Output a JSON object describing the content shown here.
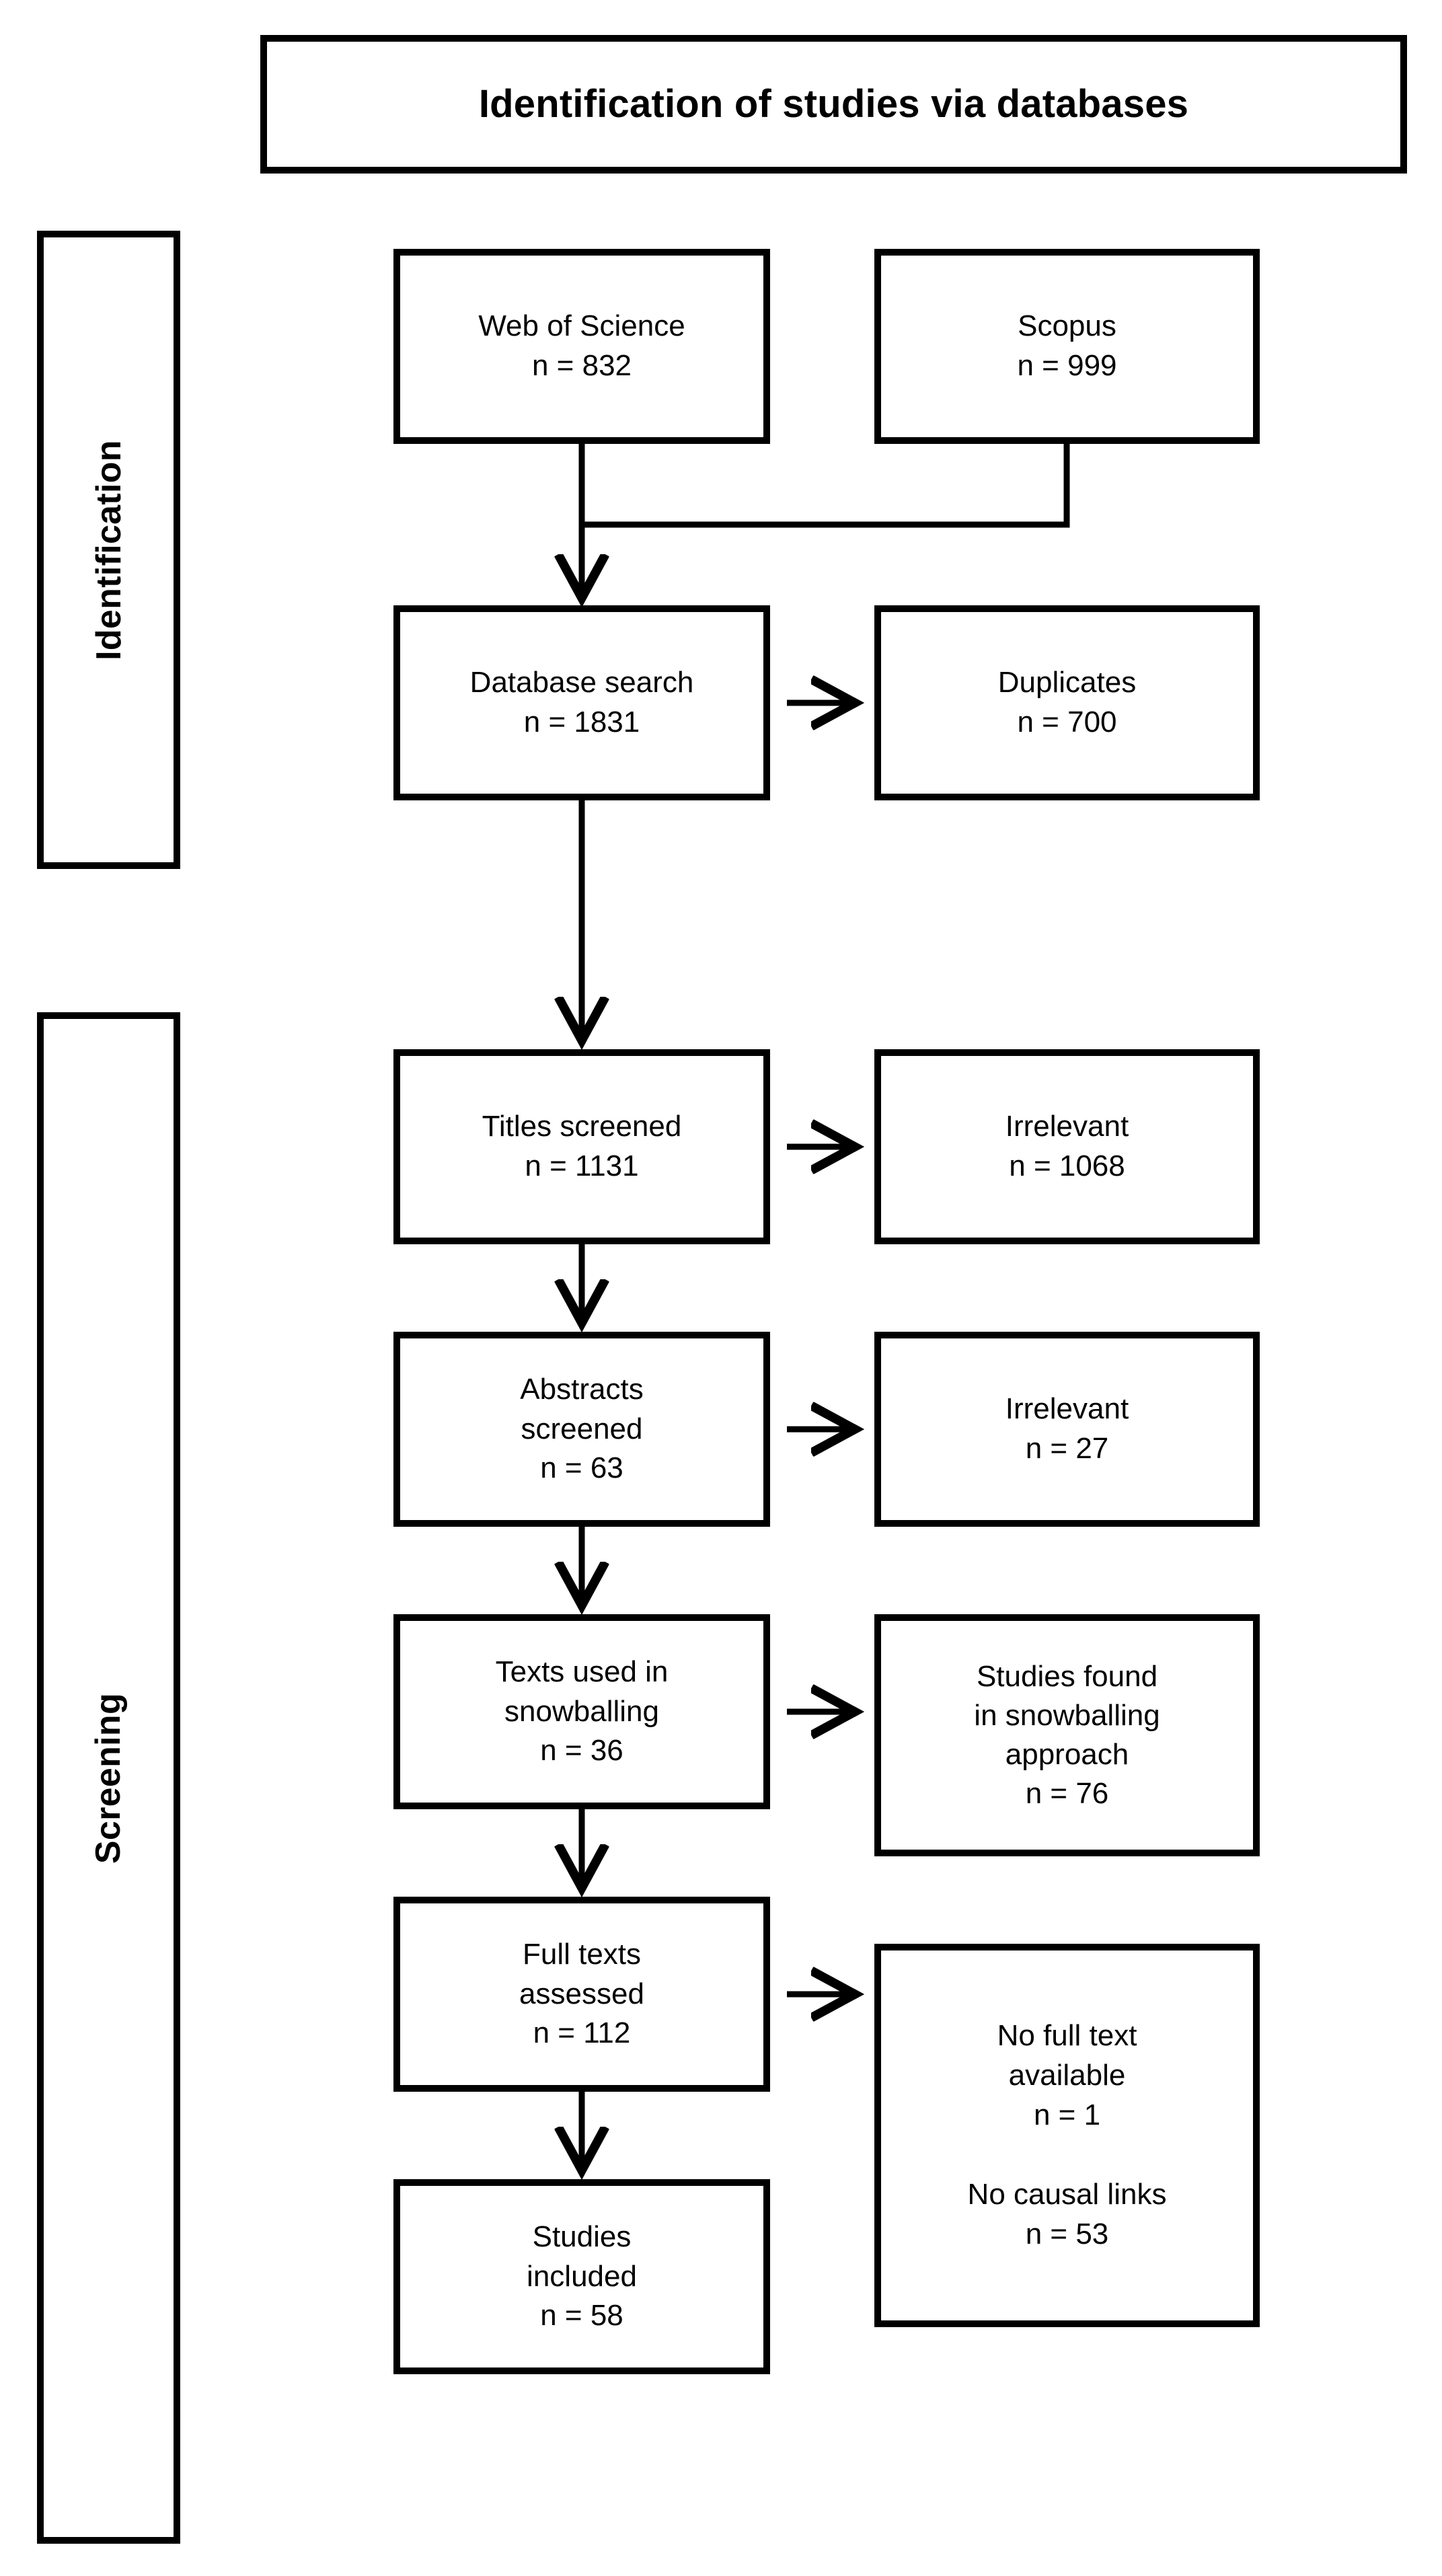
{
  "diagram": {
    "type": "prisma-flow-diagram",
    "title": "Identification of studies via databases",
    "phases": [
      {
        "id": "identification",
        "label": "Identification"
      },
      {
        "id": "screening",
        "label": "Screening"
      }
    ],
    "boxes": {
      "web_of_science": {
        "label": "Web of Science",
        "count_line": "n = 832",
        "n": 832,
        "text": "Web of Science\nn = 832"
      },
      "scopus": {
        "label": "Scopus",
        "count_line": "n = 999",
        "n": 999,
        "text": "Scopus\nn = 999"
      },
      "database_search": {
        "label": "Database search",
        "count_line": "n = 1831",
        "n": 1831,
        "text": "Database search\nn = 1831"
      },
      "duplicates": {
        "label": "Duplicates",
        "count_line": "n = 700",
        "n": 700,
        "text": "Duplicates\nn = 700"
      },
      "titles_screened": {
        "label": "Titles screened",
        "count_line": "n = 1131",
        "n": 1131,
        "text": "Titles screened\nn = 1131"
      },
      "irrelevant_titles": {
        "label": "Irrelevant",
        "count_line": "n = 1068",
        "n": 1068,
        "text": "Irrelevant\nn = 1068"
      },
      "abstracts_screened": {
        "label": "Abstracts screened",
        "count_line": "n = 63",
        "n": 63,
        "text": "Abstracts\nscreened\nn = 63"
      },
      "irrelevant_abstracts": {
        "label": "Irrelevant",
        "count_line": "n = 27",
        "n": 27,
        "text": "Irrelevant\nn = 27"
      },
      "snowballing_texts": {
        "label": "Texts used in snowballing",
        "count_line": "n = 36",
        "n": 36,
        "text": "Texts used in\nsnowballing\nn = 36"
      },
      "snowballing_found": {
        "label": "Studies found in snowballing approach",
        "count_line": "n = 76",
        "n": 76,
        "text": "Studies found\nin snowballing\napproach\nn = 76"
      },
      "full_texts": {
        "label": "Full texts assessed",
        "count_line": "n = 112",
        "n": 112,
        "text": "Full texts\nassessed\nn = 112"
      },
      "exclusions": {
        "label": "No full text available / No causal links",
        "reason_1": "No full text available",
        "reason_1_count": "n = 1",
        "reason_1_n": 1,
        "reason_2": "No causal links",
        "reason_2_count": "n = 53",
        "reason_2_n": 53,
        "text": "No full text\navailable\nn = 1\n\nNo causal links\nn = 53"
      },
      "studies_included": {
        "label": "Studies included",
        "count_line": "n = 58",
        "n": 58,
        "text": "Studies\nincluded\nn = 58"
      }
    },
    "colors": {
      "stroke": "#000000",
      "background": "#ffffff",
      "text": "#000000"
    }
  }
}
